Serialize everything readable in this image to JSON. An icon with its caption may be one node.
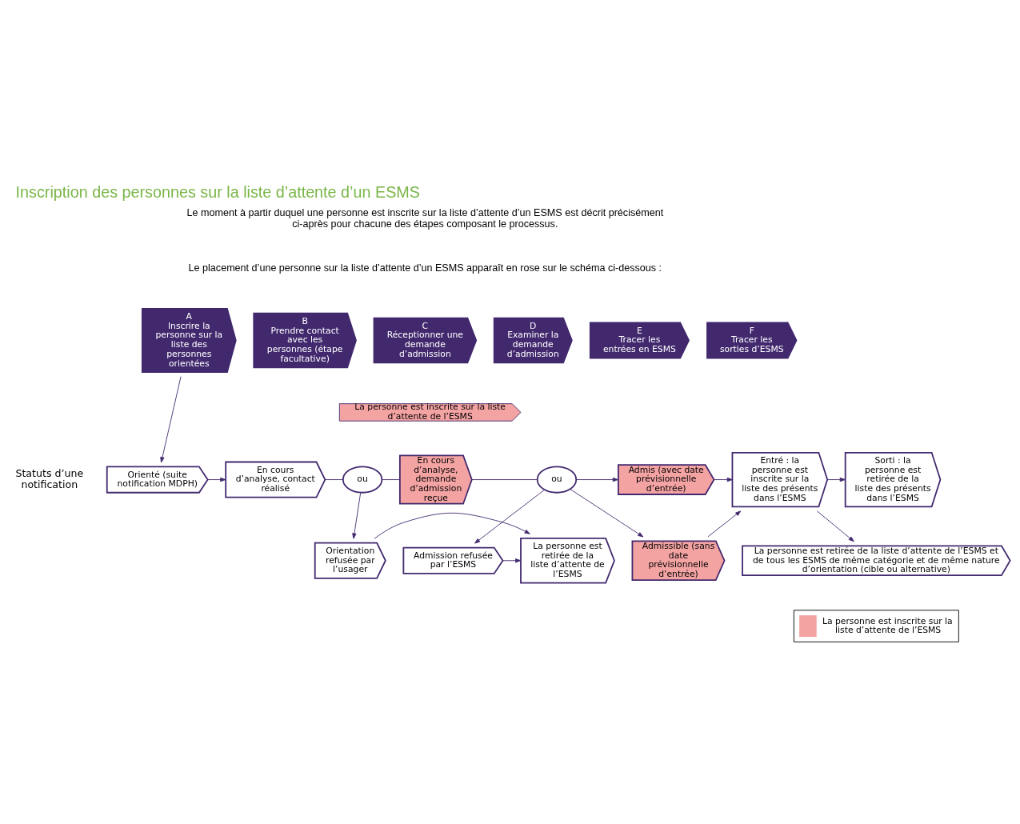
{
  "diagram": {
    "title": "Inscription des personnes sur la liste d’attente d’un ESMS",
    "nodes": [
      {
        "text": [
          "A",
          "Inscrire la personne sur la liste des personnes orientées"
        ]
      },
      {
        "text": [
          "B",
          "Prendre contact avec les personnes (étape facultative)"
        ]
      },
      {
        "text": [
          "C",
          "Réceptionner une demande d’admission"
        ]
      },
      {
        "text": [
          "D",
          "Examiner la demande d’admission"
        ]
      },
      {
        "text": [
          "E",
          "Tracer les entrées en ESMS"
        ]
      },
      {
        "text": [
          "F",
          "Tracer les sorties d’ESMS"
        ]
      },
      {
        "text": [
          "La personne est inscrite sur la liste d’attente de l’ESMS"
        ]
      },
      {
        "text": [
          "Orienté (suite notification MDPH)"
        ]
      },
      {
        "text": [
          "En cours d’analyse, contact réalisé"
        ]
      },
      {
        "text": [
          "ou"
        ]
      },
      {
        "text": [
          "En cours d’analyse, demande d’admission reçue"
        ]
      },
      {
        "text": [
          "ou"
        ]
      },
      {
        "text": [
          "Admis (avec date prévisionnelle d’entrée)"
        ]
      },
      {
        "text": [
          "Admissible (sans date prévisionnelle d’entrée)"
        ]
      },
      {
        "text": [
          "Entré : la personne est inscrite sur la liste des présents dans l’ESMS"
        ]
      },
      {
        "text": [
          "Sorti : la personne est retirée de la liste des présents dans l’ESMS"
        ]
      },
      {
        "text": [
          "Orientation refusée par l’usager"
        ]
      },
      {
        "text": [
          "Admission refusée par l’ESMS"
        ]
      },
      {
        "text": [
          "La personne est retirée de la liste d’attente de l’ESMS"
        ]
      },
      {
        "text": [
          "La personne est retirée de la liste d’attente de l’ESMS et de tous les ESMS de même catégorie et de même nature d’orientation (cible ou alternative)"
        ]
      }
    ],
    "edges": [
      {
        "from": 0,
        "to": 7,
        "arrow": "to"
      },
      {
        "from": 7,
        "to": 8,
        "arrow": "to"
      },
      {
        "from": 8,
        "to": 9,
        "arrow": "none"
      },
      {
        "from": 9,
        "to": 10,
        "arrow": "none"
      },
      {
        "from": 10,
        "to": 11,
        "arrow": "none"
      },
      {
        "from": 9,
        "to": 16,
        "arrow": "to"
      },
      {
        "from": 11,
        "to": 12,
        "arrow": "to"
      },
      {
        "from": 11,
        "to": 13,
        "arrow": "to"
      },
      {
        "from": 11,
        "to": 17,
        "arrow": "to"
      },
      {
        "from": 12,
        "to": 14,
        "arrow": "to"
      },
      {
        "from": 13,
        "to": 14,
        "arrow": "to"
      },
      {
        "from": 14,
        "to": 15,
        "arrow": "to"
      },
      {
        "from": 17,
        "to": 18,
        "arrow": "to"
      },
      {
        "from": 16,
        "to": 18,
        "arrow": "to"
      },
      {
        "from": 14,
        "to": 19,
        "arrow": "to"
      }
    ],
    "labels": [
      "Le moment à partir duquel une personne est inscrite sur la liste d’attente d’un ESMS est décrit précisément ci-après pour chacune des étapes composant le processus.",
      "Le placement d’une personne sur la liste d’attente d’un ESMS apparaît en rose sur le schéma ci-dessous :",
      "Statuts d’une notification"
    ],
    "legend": [
      {
        "text": "La personne est inscrite sur la liste d’attente de l’ESMS",
        "color": "#f4a3a3"
      }
    ]
  }
}
